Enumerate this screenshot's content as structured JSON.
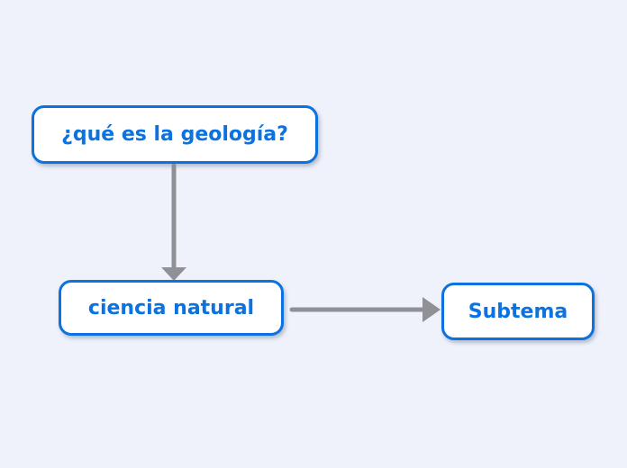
{
  "diagram": {
    "type": "mindmap",
    "nodes": [
      {
        "id": "root",
        "label": "¿qué es la geología?"
      },
      {
        "id": "child",
        "label": "ciencia natural"
      },
      {
        "id": "subtopic",
        "label": "Subtema"
      }
    ],
    "edges": [
      {
        "from": "¿qué es la geología?",
        "to": "ciencia natural",
        "direction": "down",
        "style": "arrow"
      },
      {
        "from": "ciencia natural",
        "to": "Subtema",
        "direction": "right",
        "style": "arrow"
      }
    ],
    "colors": {
      "background": "#eff2fb",
      "node_fill": "#ffffff",
      "node_border": "#0b72e0",
      "node_text": "#0b72e0",
      "arrow": "#8f9196"
    }
  }
}
